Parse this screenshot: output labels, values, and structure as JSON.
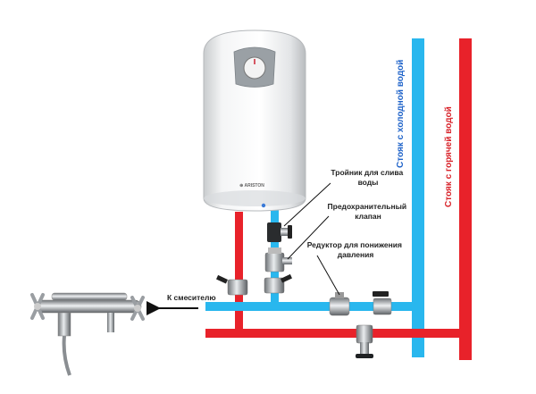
{
  "heater": {
    "brand": "ARISTON"
  },
  "labels": {
    "tee": [
      "Тройник для слива",
      "воды"
    ],
    "safety_valve": [
      "Предохранительный",
      "клапан"
    ],
    "reducer": [
      "Редуктор для понижения",
      "давления"
    ],
    "to_mixer": "К смесителю"
  },
  "risers": {
    "cold": "Стояк с холодной водой",
    "hot": "Стояк с горячей водой"
  },
  "colors": {
    "cold_pipe": "#29b7ee",
    "hot_pipe": "#e8222a",
    "cold_text": "#1f63c9",
    "hot_text": "#d8232a",
    "heater_body": "#eef0f1"
  },
  "icons": [
    "mixer-tap-icon",
    "ball-valve-icon",
    "pressure-reducer-icon",
    "drain-tee-icon",
    "safety-valve-icon",
    "dial-icon"
  ]
}
